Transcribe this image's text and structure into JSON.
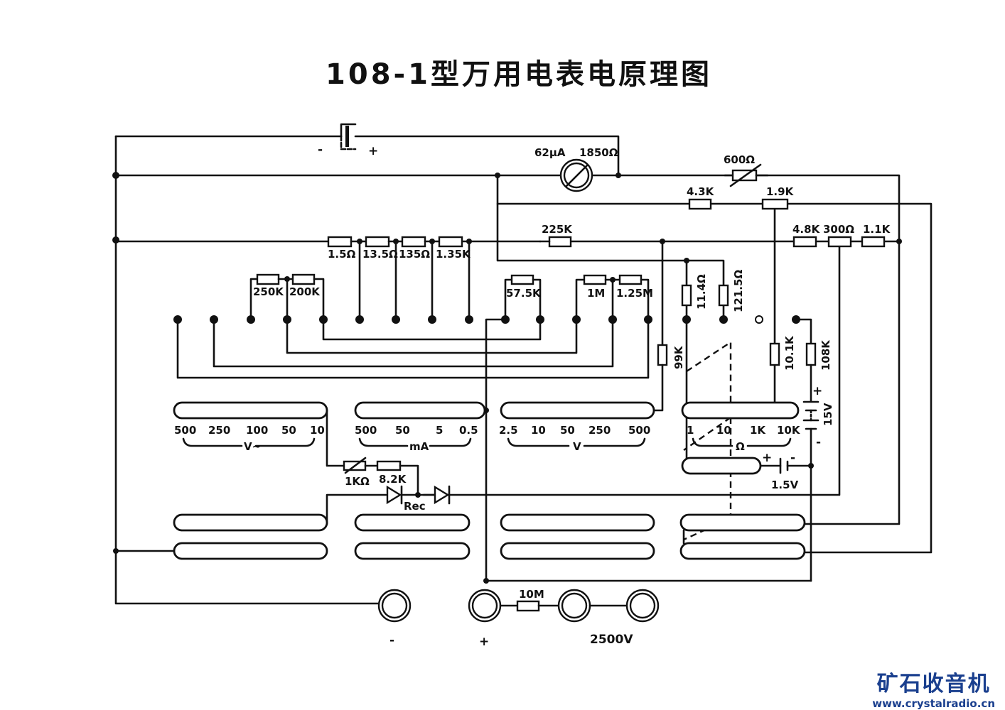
{
  "title": "108-1型万用电表电原理图",
  "meter": {
    "current": "62μA",
    "resistance": "1850Ω"
  },
  "battery_top": {
    "minus": "-",
    "plus": "+"
  },
  "resistors": {
    "r600": "600Ω",
    "r43k": "4.3K",
    "r19k": "1.9K",
    "r225k": "225K",
    "r48k": "4.8K",
    "r300": "300Ω",
    "r11k": "1.1K",
    "shunt": [
      "1.5Ω",
      "13.5Ω",
      "135Ω",
      "1.35K"
    ],
    "r250k": "250K",
    "r200k": "200K",
    "r575k": "57.5K",
    "r1m": "1M",
    "r125m": "1.25M",
    "r114": "11.4Ω",
    "r1215": "121.5Ω",
    "r99k": "99K",
    "r101k": "10.1K",
    "r108k": "108K",
    "r1k_var": "1KΩ",
    "r82k": "8.2K",
    "r10m": "10M"
  },
  "scales": {
    "ac_volts": {
      "ranges": [
        "500",
        "250",
        "100",
        "50",
        "10"
      ],
      "unit": "V~"
    },
    "ma": {
      "ranges": [
        "500",
        "50",
        "5",
        "0.5"
      ],
      "unit": "mA"
    },
    "dc_volts": {
      "ranges": [
        "2.5",
        "10",
        "50",
        "250",
        "500"
      ],
      "unit": "V"
    },
    "ohm": {
      "ranges": [
        "1",
        "10",
        "1K",
        "10K"
      ],
      "unit": "Ω"
    }
  },
  "batteries": {
    "b15v": "15V",
    "b15v_plus": "+",
    "b15v_minus": "-",
    "b1_5v": "1.5V",
    "b1_5v_plus": "+",
    "b1_5v_minus": "-"
  },
  "rectifier": "Rec",
  "terminals": {
    "minus": "-",
    "plus": "+",
    "hv": "2500V"
  },
  "watermark": {
    "name": "矿石收音机",
    "url": "www.crystalradio.cn"
  }
}
